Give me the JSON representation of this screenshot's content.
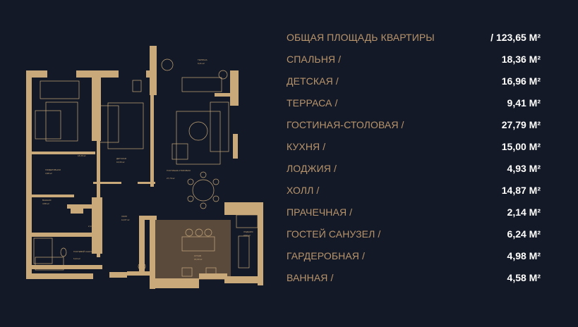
{
  "colors": {
    "background": "#131926",
    "label": "#b8946c",
    "value": "#ffffff",
    "wall": "#c9a97a",
    "kitchen": "#5a4a3c"
  },
  "plan": {
    "rooms": [
      {
        "name": "СПАЛЬНЯ",
        "area": "18,36 м²"
      },
      {
        "name": "ДЕТСКАЯ",
        "area": "16,96 м²"
      },
      {
        "name": "ТЕРРАСА",
        "area": "9,41 м²"
      },
      {
        "name": "ГОСТИНАЯ-СТОЛОВАЯ",
        "area": "27,79 м²"
      },
      {
        "name": "ГАРДЕРОБНАЯ",
        "area": "4,98 м²"
      },
      {
        "name": "ВАННАЯ",
        "area": "4,58 м²"
      },
      {
        "name": "ХОЛЛ",
        "area": "14,87 м²"
      },
      {
        "name": "ЛОДЖИЯ",
        "area": "4,93 м²"
      },
      {
        "name": "КУХНЯ",
        "area": "15,00 м²"
      },
      {
        "name": "ГОСТЕВОЙ САНУЗЕЛ",
        "area": "6,24 м²"
      },
      {
        "name": "",
        "area": "2,14 м²"
      }
    ]
  },
  "summary": {
    "total": {
      "label": "ОБЩАЯ ПЛОЩАДЬ КВАРТИРЫ",
      "value": "/ 123,65 М²"
    },
    "rows": [
      {
        "label": "СПАЛЬНЯ /",
        "value": "18,36 М²"
      },
      {
        "label": "ДЕТСКАЯ /",
        "value": "16,96 М²"
      },
      {
        "label": "ТЕРРАСА /",
        "value": "9,41 М²"
      },
      {
        "label": "ГОСТИНАЯ-СТОЛОВАЯ /",
        "value": "27,79 М²"
      },
      {
        "label": "КУХНЯ /",
        "value": "15,00 М²"
      },
      {
        "label": "ЛОДЖИЯ /",
        "value": "4,93 М²"
      },
      {
        "label": "ХОЛЛ /",
        "value": "14,87 М²"
      },
      {
        "label": "ПРАЧЕЧНАЯ /",
        "value": "2,14 М²"
      },
      {
        "label": "ГОСТЕЙ САНУЗЕЛ /",
        "value": "6,24 М²"
      },
      {
        "label": "ГАРДЕРОБНАЯ /",
        "value": "4,98 М²"
      },
      {
        "label": "ВАННАЯ /",
        "value": "4,58 М²"
      }
    ]
  }
}
